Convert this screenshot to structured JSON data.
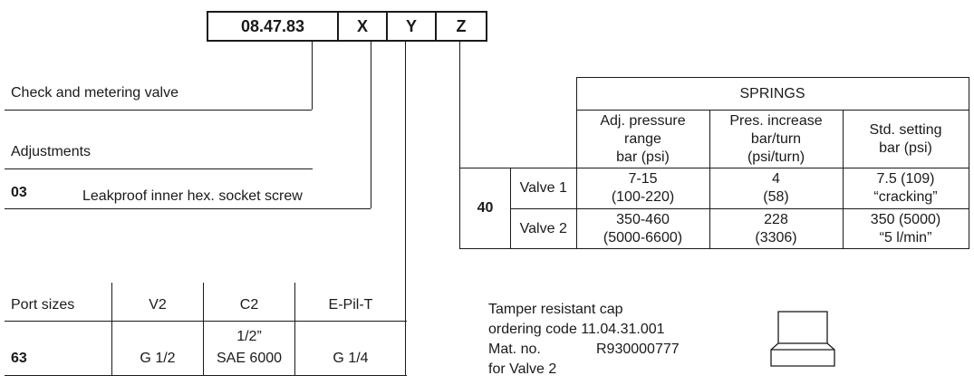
{
  "code": {
    "base": "08.47.83",
    "x": "X",
    "y": "Y",
    "z": "Z"
  },
  "labels": {
    "check_valve": "Check and metering valve",
    "adjustments": "Adjustments",
    "adj_code": "03",
    "adj_desc": "Leakproof inner hex. socket screw"
  },
  "springs": {
    "title": "SPRINGS",
    "col1": [
      "Adj. pressure",
      "range",
      "bar (psi)"
    ],
    "col2": [
      "Pres. increase",
      "bar/turn",
      "(psi/turn)"
    ],
    "col3": [
      "Std. setting",
      "bar (psi)"
    ],
    "code": "40",
    "rows": [
      {
        "name": "Valve 1",
        "c1": [
          "7-15",
          "(100-220)"
        ],
        "c2": [
          "4",
          "(58)"
        ],
        "c3": [
          "7.5 (109)",
          "“cracking”"
        ]
      },
      {
        "name": "Valve 2",
        "c1": [
          "350-460",
          "(5000-6600)"
        ],
        "c2": [
          "228",
          "(3306)"
        ],
        "c3": [
          "350 (5000)",
          "“5 l/min”"
        ]
      }
    ]
  },
  "ports": {
    "header": "Port sizes",
    "cols": [
      "V2",
      "C2",
      "E-Pil-T"
    ],
    "code": "63",
    "v2": "G 1/2",
    "c2": [
      "1/2”",
      "SAE 6000"
    ],
    "ept": "G 1/4"
  },
  "cap": {
    "line1": "Tamper resistant cap",
    "line2": "ordering code 11.04.31.001",
    "mat_label": "Mat. no.",
    "mat_value": "R930000777",
    "line4": "for Valve 2"
  }
}
